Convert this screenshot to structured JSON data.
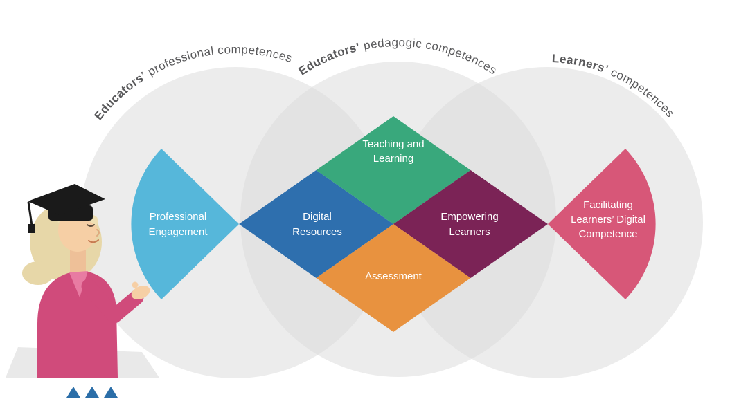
{
  "diagram": {
    "rings": [
      {
        "name": "educators-professional-competences",
        "label_bold": "Educators’",
        "label_rest": " professional competences"
      },
      {
        "name": "educators-pedagogic-competences",
        "label_bold": "Educators’",
        "label_rest": " pedagogic competences"
      },
      {
        "name": "learners-competences",
        "label_bold": "Learners’",
        "label_rest": " competences"
      }
    ],
    "areas": [
      {
        "name": "professional-engagement",
        "color": "#56b7da",
        "lines": [
          "Professional",
          "Engagement"
        ]
      },
      {
        "name": "digital-resources",
        "color": "#2e6fae",
        "lines": [
          "Digital",
          "Resources"
        ]
      },
      {
        "name": "teaching-and-learning",
        "color": "#39a87c",
        "lines": [
          "Teaching and",
          "Learning"
        ]
      },
      {
        "name": "assessment",
        "color": "#e8923f",
        "lines": [
          "Assessment"
        ]
      },
      {
        "name": "empowering-learners",
        "color": "#7b2356",
        "lines": [
          "Empowering",
          "Learners"
        ]
      },
      {
        "name": "facilitating-learners-digital-competence",
        "color": "#d75778",
        "lines": [
          "Facilitating",
          "Learners’ Digital",
          "Competence"
        ]
      }
    ],
    "styles": {
      "background": "#ffffff",
      "ring_fill": "#d9d9d9",
      "ring_label_color": "#58585a",
      "area_label_color": "#ffffff"
    },
    "decor": {
      "teacher_illustration": "teacher-with-graduation-cap",
      "bullet_color": "#2b6ea8",
      "bullet_count": 3
    }
  }
}
